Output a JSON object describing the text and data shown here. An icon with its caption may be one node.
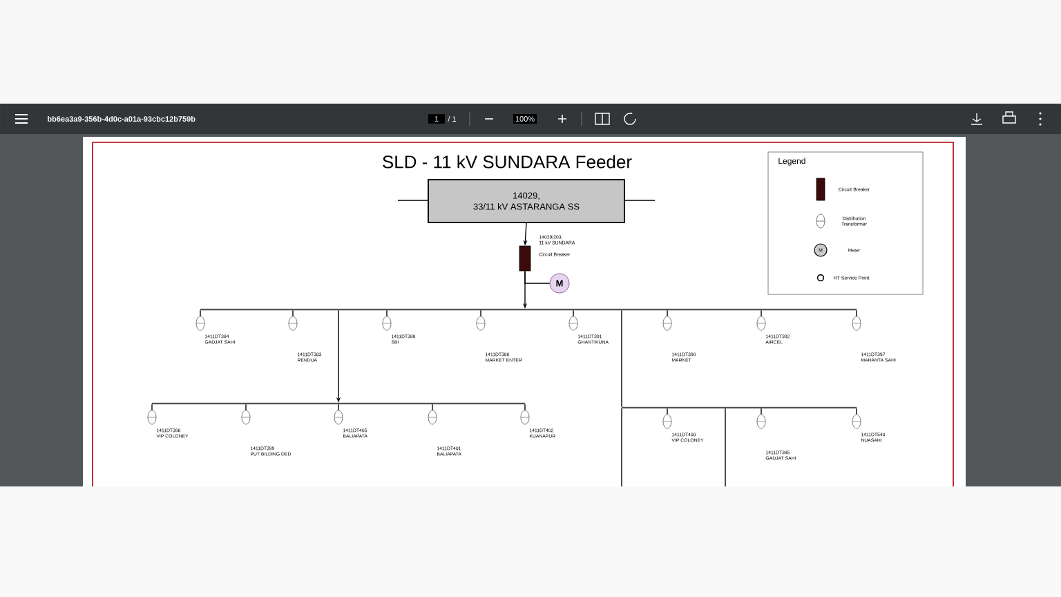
{
  "diagram": {
    "title": "SLD - 11 kV SUNDARA Feeder",
    "nodes": [
      {
        "text": [
          "14029,",
          "33/11 kV ASTARANGA SS"
        ]
      },
      {
        "text": [],
        "shape": "box",
        "beside": [
          "14029/203,",
          "11 kV SUNDARA",
          "Circuit Breaker"
        ]
      },
      {
        "text": [
          "M"
        ]
      },
      {
        "text": [],
        "shape": "bar"
      },
      {
        "text": [],
        "shape": "transformer",
        "beside": [
          "1411DT384",
          "GADJAT SAHI"
        ]
      },
      {
        "text": [],
        "shape": "transformer",
        "beside": [
          "1411DT383",
          "RENDUA"
        ]
      },
      {
        "text": [],
        "shape": "transformer",
        "beside": [
          "1411DT388",
          "SBI"
        ]
      },
      {
        "text": [],
        "shape": "transformer",
        "beside": [
          "1411DT386",
          "MARKET ENTER"
        ]
      },
      {
        "text": [],
        "shape": "transformer",
        "beside": [
          "1411DT391",
          "GHANTIKUNA"
        ]
      },
      {
        "text": [],
        "shape": "transformer",
        "beside": [
          "1411DT390",
          "MARKET"
        ]
      },
      {
        "text": [],
        "shape": "transformer",
        "beside": [
          "1411DT392",
          "AIRCEL"
        ]
      },
      {
        "text": [],
        "shape": "transformer",
        "beside": [
          "1411DT397",
          "MAHANTA SAHI"
        ]
      },
      {
        "text": [],
        "shape": "bar"
      },
      {
        "text": [],
        "shape": "transformer",
        "beside": [
          "1411DT398",
          "VIP COLONEY"
        ]
      },
      {
        "text": [],
        "shape": "transformer",
        "beside": [
          "1411DT399",
          "PUT BILDING DED"
        ]
      },
      {
        "text": [],
        "shape": "transformer",
        "beside": [
          "1411DT405",
          "BALIAPATA"
        ]
      },
      {
        "text": [],
        "shape": "transformer",
        "beside": [
          "1411DT401",
          "BALIAPATA"
        ]
      },
      {
        "text": [],
        "shape": "transformer",
        "beside": [
          "1411DT402",
          "KUANAPUR"
        ]
      },
      {
        "text": [],
        "shape": "bar"
      },
      {
        "text": [],
        "shape": "transformer",
        "beside": [
          "1411DT400",
          "VIP COLONEY"
        ]
      },
      {
        "text": [],
        "shape": "transformer",
        "beside": [
          "1411DT385",
          "GADJAT SAHI"
        ]
      },
      {
        "text": [],
        "shape": "transformer",
        "beside": [
          "1411DT540",
          "NUASAHI"
        ]
      }
    ],
    "edges": [
      {
        "from": 0,
        "to": 1,
        "arrow": "to"
      },
      {
        "from": 1,
        "to": 3,
        "arrow": "to"
      },
      {
        "from": 1,
        "to": 2,
        "arrow": "none"
      },
      {
        "from": 3,
        "to": 4,
        "arrow": "none"
      },
      {
        "from": 3,
        "to": 5,
        "arrow": "none"
      },
      {
        "from": 3,
        "to": 6,
        "arrow": "none"
      },
      {
        "from": 3,
        "to": 7,
        "arrow": "none"
      },
      {
        "from": 3,
        "to": 8,
        "arrow": "none"
      },
      {
        "from": 3,
        "to": 9,
        "arrow": "none"
      },
      {
        "from": 3,
        "to": 10,
        "arrow": "none"
      },
      {
        "from": 3,
        "to": 11,
        "arrow": "none"
      },
      {
        "from": 3,
        "to": 12,
        "arrow": "to"
      },
      {
        "from": 12,
        "to": 13,
        "arrow": "none"
      },
      {
        "from": 12,
        "to": 14,
        "arrow": "none"
      },
      {
        "from": 12,
        "to": 15,
        "arrow": "none"
      },
      {
        "from": 12,
        "to": 16,
        "arrow": "none"
      },
      {
        "from": 12,
        "to": 17,
        "arrow": "none"
      },
      {
        "from": 3,
        "to": 18,
        "arrow": "none"
      },
      {
        "from": 18,
        "to": 19,
        "arrow": "none"
      },
      {
        "from": 18,
        "to": 20,
        "arrow": "none"
      },
      {
        "from": 18,
        "to": 21,
        "arrow": "none"
      },
      {
        "from": 18,
        "to": null,
        "arrow": "none"
      },
      {
        "from": 18,
        "to": null,
        "arrow": "none"
      }
    ],
    "labels": [
      "bb6ea3a9-356b-4d0c-a01a-93cbc12b759b",
      "1",
      "/ 1",
      "100%",
      "Legend",
      "M"
    ],
    "legend": [
      {
        "text": "Circuit Breaker"
      },
      {
        "text": "Distribution Transformer"
      },
      {
        "text": "Meter"
      },
      {
        "text": "HT Service Point"
      }
    ]
  }
}
